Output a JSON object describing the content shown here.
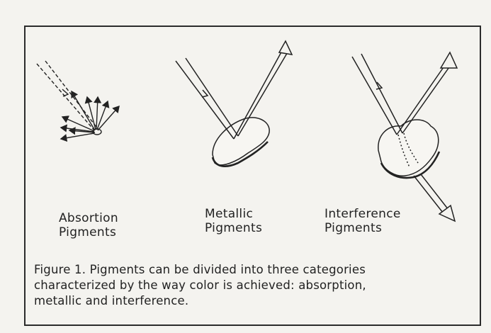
{
  "diagram": {
    "panels": [
      {
        "label_line1": "Absortion",
        "label_line2": "Pigments"
      },
      {
        "label_line1": "Metallic",
        "label_line2": "Pigments"
      },
      {
        "label_line1": "Interference",
        "label_line2": "Pigments"
      }
    ],
    "caption": {
      "line1": "Figure 1. Pigments can be divided into three categories",
      "line2": "characterized by the way color is achieved: absorption,",
      "line3": "metallic and interference."
    }
  },
  "colors": {
    "paper": "#f4f3ef",
    "ink": "#222222"
  }
}
